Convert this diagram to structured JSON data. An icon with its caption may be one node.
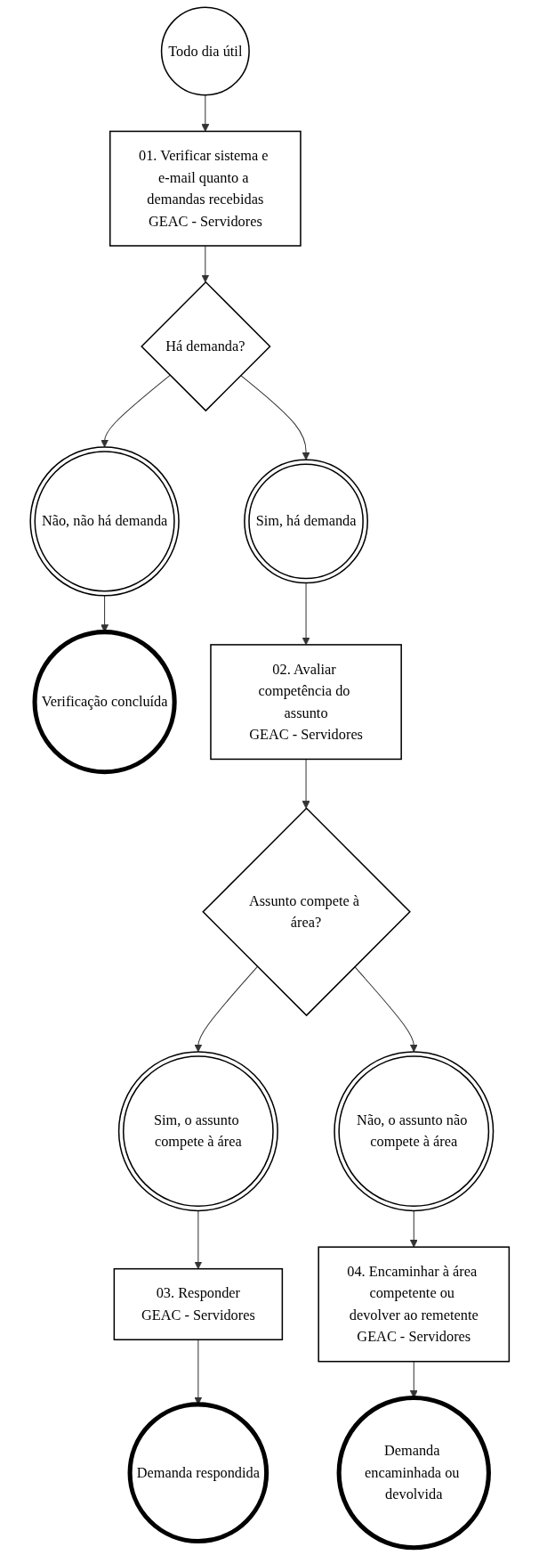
{
  "diagram": {
    "nodes": [
      {
        "text": [
          "Todo dia útil"
        ]
      },
      {
        "text": [
          "01. Verificar sistema e e-mail quanto a demandas recebidas",
          "GEAC - Servidores"
        ]
      },
      {
        "text": [
          "Há demanda?"
        ]
      },
      {
        "text": [
          "Não, não há demanda"
        ]
      },
      {
        "text": [
          "Sim, há demanda"
        ]
      },
      {
        "text": [
          "Verificação concluída"
        ]
      },
      {
        "text": [
          "02. Avaliar competência do assunto",
          "GEAC - Servidores"
        ]
      },
      {
        "text": [
          "Assunto compete à área?"
        ]
      },
      {
        "text": [
          "Sim, o assunto compete à área"
        ]
      },
      {
        "text": [
          "Não, o assunto não compete à área"
        ]
      },
      {
        "text": [
          "03. Responder",
          "GEAC - Servidores"
        ]
      },
      {
        "text": [
          "04. Encaminhar à área competente ou devolver ao remetente",
          "GEAC - Servidores"
        ]
      },
      {
        "text": [
          "Demanda respondida"
        ]
      },
      {
        "text": [
          "Demanda encaminhada ou devolvida"
        ]
      }
    ],
    "edges": [
      {
        "from": 0,
        "to": 1,
        "arrow": "to"
      },
      {
        "from": 1,
        "to": 2,
        "arrow": "to"
      },
      {
        "from": 2,
        "to": 3,
        "arrow": "to"
      },
      {
        "from": 2,
        "to": 4,
        "arrow": "to"
      },
      {
        "from": 3,
        "to": 5,
        "arrow": "to"
      },
      {
        "from": 4,
        "to": 6,
        "arrow": "to"
      },
      {
        "from": 6,
        "to": 7,
        "arrow": "to"
      },
      {
        "from": 7,
        "to": 8,
        "arrow": "to"
      },
      {
        "from": 7,
        "to": 9,
        "arrow": "to"
      },
      {
        "from": 8,
        "to": 10,
        "arrow": "to"
      },
      {
        "from": 9,
        "to": 11,
        "arrow": "to"
      },
      {
        "from": 10,
        "to": 12,
        "arrow": "to"
      },
      {
        "from": 11,
        "to": 13,
        "arrow": "to"
      }
    ]
  }
}
